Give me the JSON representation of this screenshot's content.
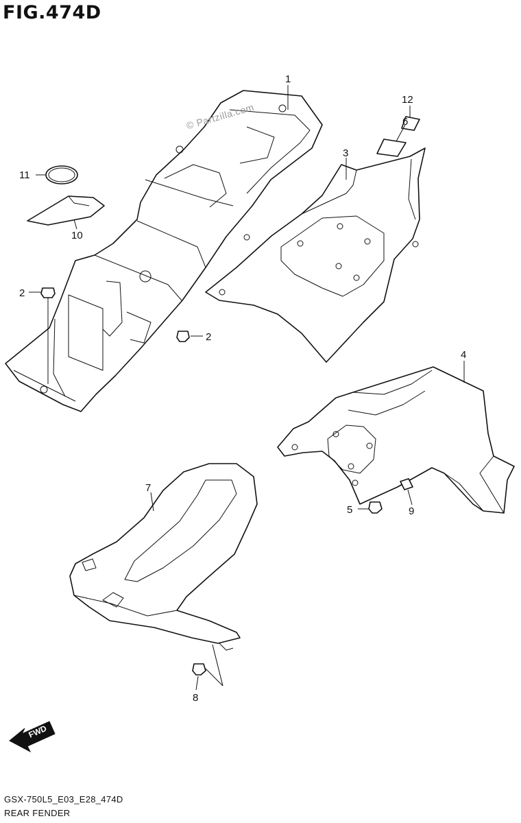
{
  "header": {
    "figure_title": "FIG.474D"
  },
  "watermark": "© Partzilla.com",
  "footer": {
    "model_code": "GSX-750L5_E03_E28_474D",
    "caption": "REAR FENDER"
  },
  "fwd_label": "FWD",
  "callouts": {
    "p1": "1",
    "p2a": "2",
    "p2b": "2",
    "p3": "3",
    "p4": "4",
    "p5": "5",
    "p6": "6",
    "p7": "7",
    "p8": "8",
    "p9": "9",
    "p10": "10",
    "p11": "11",
    "p12": "12"
  }
}
